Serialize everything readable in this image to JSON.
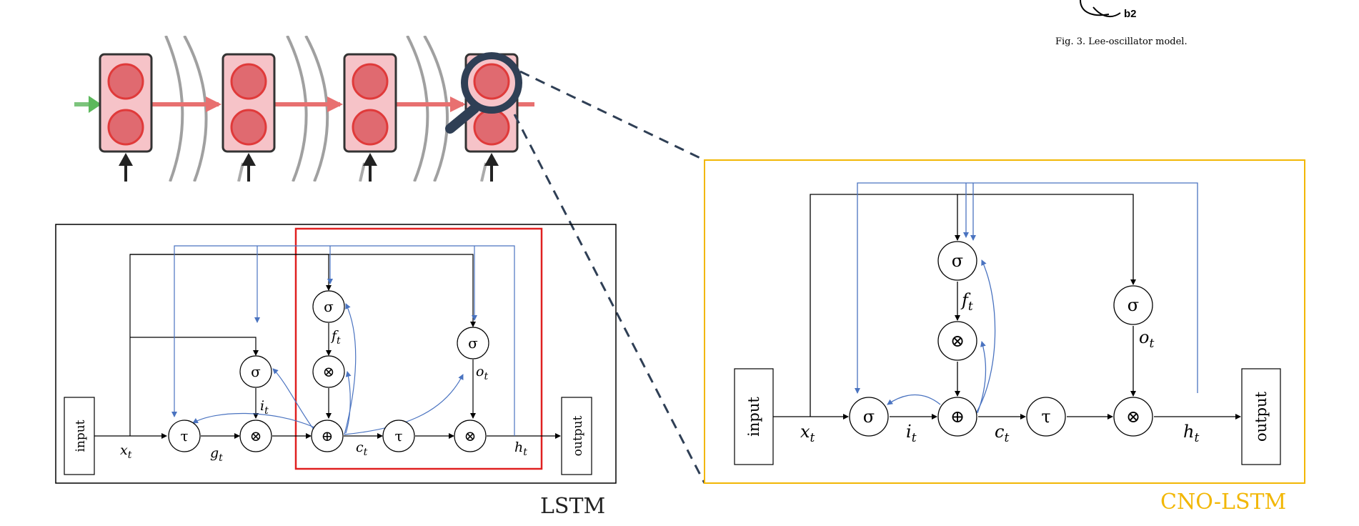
{
  "caption": "Fig. 3. Lee-oscillator model.",
  "fragment_label": "b2",
  "lstm": {
    "title": "LSTM",
    "input_label": "input",
    "output_label": "output",
    "nodes": {
      "sigma_i": "σ",
      "sigma_f": "σ",
      "sigma_o": "σ",
      "tau_g": "τ",
      "tau_c": "τ",
      "mul_g": "⊗",
      "mul_f": "⊗",
      "mul_o": "⊗",
      "add": "⊕"
    },
    "vars": {
      "x": "x",
      "g": "g",
      "i": "i",
      "f": "f",
      "c": "c",
      "o": "o",
      "h": "h",
      "sub": "t"
    }
  },
  "cno": {
    "title": "CNO-LSTM",
    "input_label": "input",
    "output_label": "output",
    "nodes": {
      "sigma_f": "σ",
      "sigma_i": "σ",
      "sigma_o": "σ",
      "tau_c": "τ",
      "mul_f": "⊗",
      "mul_o": "⊗",
      "add": "⊕"
    },
    "vars": {
      "x": "x",
      "i": "i",
      "f": "f",
      "c": "c",
      "o": "o",
      "h": "h",
      "sub": "t"
    }
  },
  "colors": {
    "cno_border": "#f2b705",
    "lstm_highlight": "#e02020",
    "feedback": "#4a73c0",
    "cell_fill": "#f6c3c8",
    "cell_dot": "#e06a70"
  }
}
